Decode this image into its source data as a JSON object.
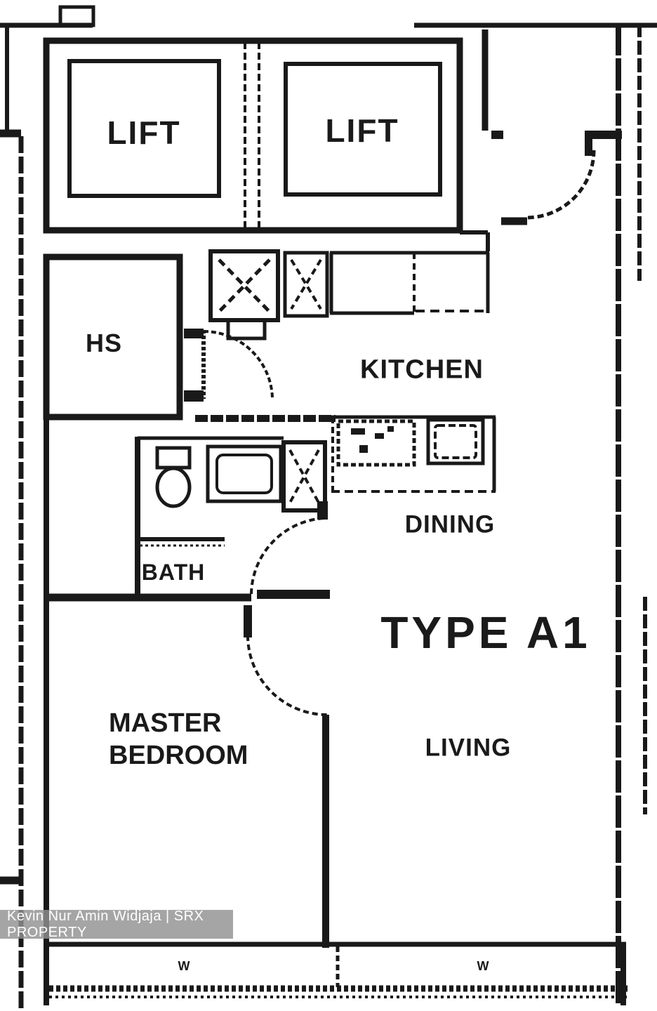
{
  "plan": {
    "title": "TYPE A1",
    "line_color": "#191919",
    "text_color": "#1a1a1a",
    "rooms": {
      "lift1": "LIFT",
      "lift2": "LIFT",
      "hs": "HS",
      "kitchen": "KITCHEN",
      "dining": "DINING",
      "bath": "BATH",
      "master_bedroom": "MASTER\nBEDROOM",
      "living": "LIVING"
    },
    "windows": {
      "left_label": "W",
      "right_label": "W"
    },
    "fixtures": [
      "lift-shaft-1",
      "lift-shaft-2",
      "household-shelter",
      "stove-hob",
      "vent-shaft",
      "bath-vent-shaft",
      "toilet",
      "vanity-basin",
      "kitchen-sink",
      "counters",
      "entry-door",
      "hs-door",
      "bath-door",
      "bedroom-door",
      "windows"
    ]
  },
  "watermark": {
    "text": "Kevin Nur Amin Widjaja | SRX PROPERTY",
    "bg_color": "rgba(145,145,145,0.82)",
    "text_color": "#ffffff"
  }
}
